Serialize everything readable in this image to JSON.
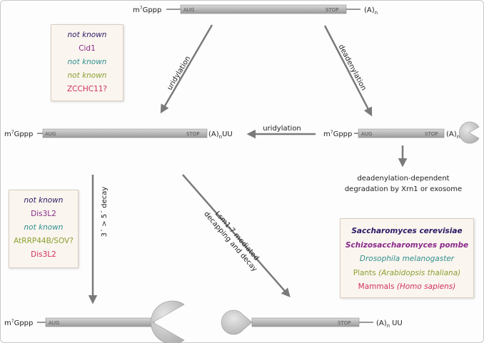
{
  "colors": {
    "sc": "#2a1a66",
    "sp": "#8a2a8a",
    "dm": "#2f8f8f",
    "pl": "#8aa030",
    "hs": "#d0305a",
    "bar": "#b8b8b8",
    "arrow": "#7a7a7a"
  },
  "mrna": {
    "cap": "m",
    "cap_sup": "7",
    "cap_rest": "Gppp",
    "aug": "AUG",
    "stop": "STOP",
    "polyA": "(A)",
    "polyA_sub": "n",
    "uu": "UU"
  },
  "arrows": {
    "uridylation_1": "uridylation",
    "deadenylation": "deadenylation",
    "uridylation_2": "uridylation",
    "decay_3_5": "3´ > 5´ decay",
    "lsm_line1": "Lsm1-7 mediated",
    "lsm_line2": "decapping and decay"
  },
  "deadenylation_text": {
    "line1": "deadenylation-dependent",
    "line2": "degradation by Xrn1 or exosome"
  },
  "box_uridylation": {
    "items": [
      "not known",
      "Cid1",
      "not known",
      "not known",
      "ZCCHC11?"
    ]
  },
  "box_decay": {
    "items": [
      "not known",
      "Dis3L2",
      "not known",
      "AtRRP44B/SOV?",
      "Dis3L2"
    ]
  },
  "legend": {
    "sc": "Saccharomyces cerevisiae",
    "sp": "Schizosaccharomyces pombe",
    "dm": "Drosophila melanogaster",
    "pl_a": "Plants ",
    "pl_b": "(Arabidopsis thaliana)",
    "hs_a": "Mammals ",
    "hs_b": "(Homo sapiens)"
  }
}
